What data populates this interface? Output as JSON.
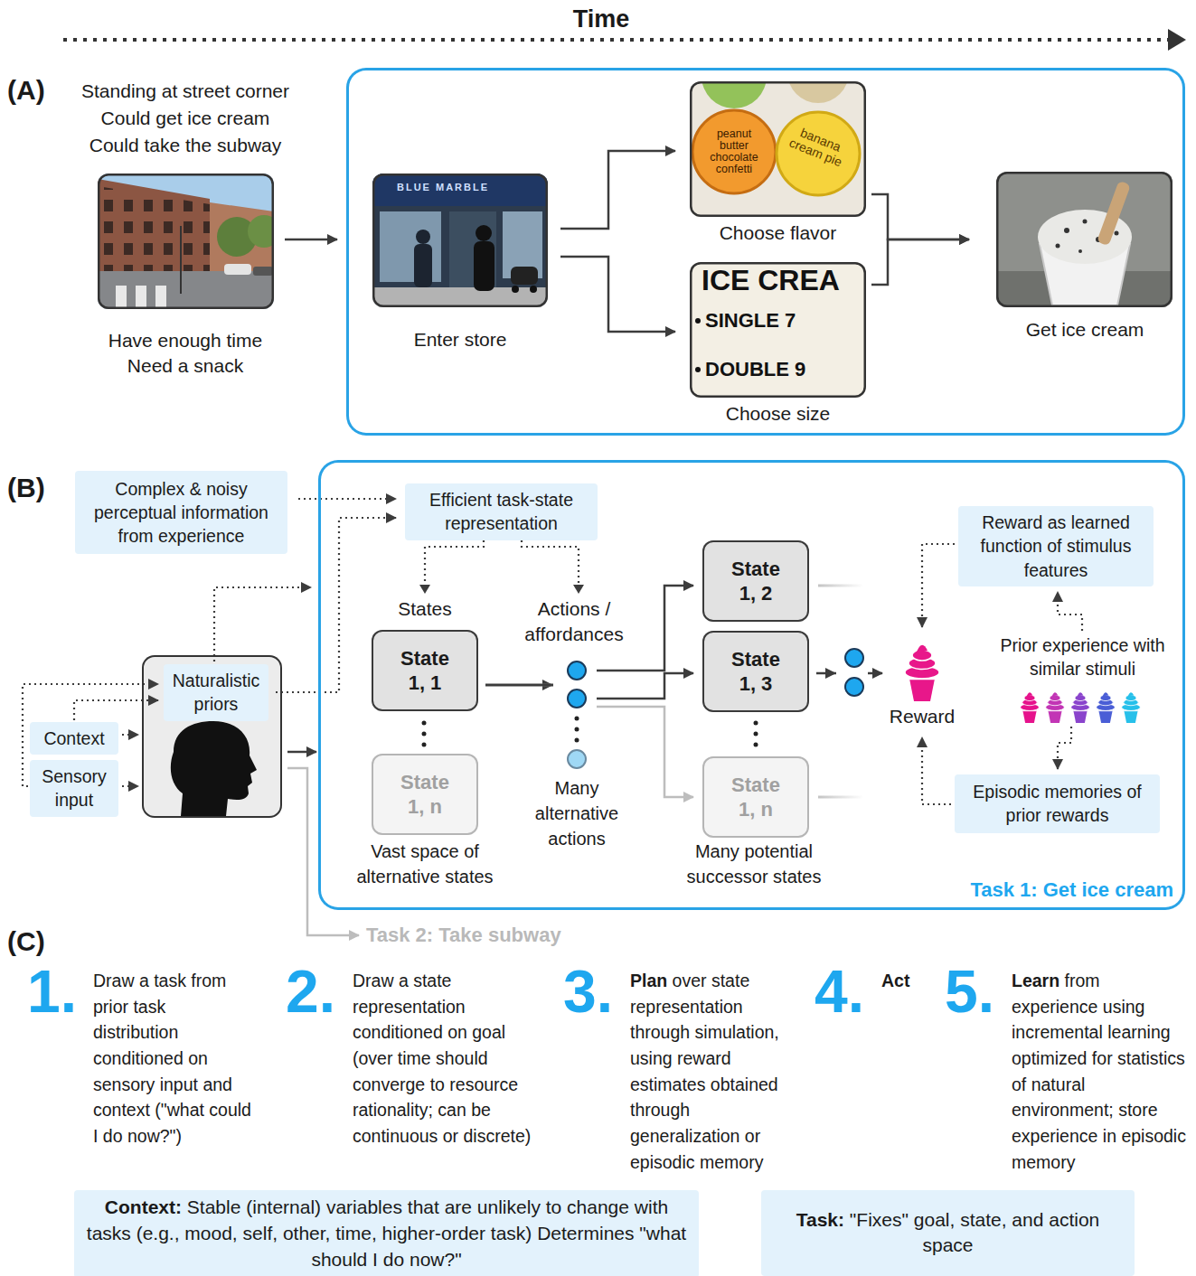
{
  "diagram": {
    "nodes": [
      {
        "text": [
          "Standing at street corner Could get ice cream Could take the subway",
          "Have enough time Need a snack"
        ]
      },
      {
        "text": []
      },
      {
        "text": [
          "BLUE MARBLE",
          "Enter store"
        ],
        "in": 1
      },
      {
        "text": [
          "peanut butter chocolate confetti",
          "banana cream pie",
          "Choose flavor"
        ],
        "in": 1
      },
      {
        "text": [
          "ICE CREA",
          "SINGLE 7",
          "DOUBLE 9",
          "Choose size"
        ],
        "in": 1
      },
      {
        "text": [
          "Get ice cream"
        ],
        "in": 1
      },
      {
        "text": [
          "Complex & noisy perceptual information from experience"
        ]
      },
      {
        "text": [
          "Task 1: Get ice cream"
        ]
      },
      {
        "text": [
          "Efficient task-state representation"
        ],
        "in": 7
      },
      {
        "text": [
          "State 1, 1"
        ],
        "in": 7
      },
      {
        "text": [
          "State 1, n"
        ],
        "in": 7
      },
      {
        "text": [
          "State 1, 2"
        ],
        "in": 7
      },
      {
        "text": [
          "State 1, 3"
        ],
        "in": 7
      },
      {
        "text": [
          "State 1, n"
        ],
        "in": 7
      },
      {
        "text": [
          "Reward"
        ],
        "in": 7
      },
      {
        "text": [
          "Reward as learned function of stimulus features"
        ],
        "in": 7
      },
      {
        "text": [
          "Prior experience with similar stimuli"
        ],
        "in": 7
      },
      {
        "text": [
          "Episodic memories of prior rewards"
        ],
        "in": 7
      },
      {
        "text": []
      },
      {
        "text": [
          "Naturalistic priors"
        ],
        "in": 18
      },
      {
        "text": [
          "Context"
        ]
      },
      {
        "text": [
          "Sensory input"
        ]
      },
      {
        "text": [
          "Task 2: Take subway"
        ]
      },
      {
        "text": [
          "Context: Stable (internal) variables that are unlikely to change with tasks (e.g., mood, self, other, time, higher-order task) Determines \"what should I do now?\""
        ]
      },
      {
        "text": [
          "Task: \"Fixes\" goal, state, and action space"
        ]
      }
    ],
    "edges": [
      {
        "from": 0,
        "to": 1,
        "arrow": "to"
      },
      {
        "from": 2,
        "to": 3,
        "arrow": "to"
      },
      {
        "from": 2,
        "to": 4,
        "arrow": "to"
      },
      {
        "from": 3,
        "to": 5,
        "arrow": "to"
      },
      {
        "from": 4,
        "to": 5,
        "arrow": "to"
      },
      {
        "from": 6,
        "to": 8,
        "arrow": "to"
      },
      {
        "from": 19,
        "to": 8,
        "arrow": "to"
      },
      {
        "from": 19,
        "to": 7,
        "arrow": "to"
      },
      {
        "from": 9,
        "to": 11,
        "arrow": "to"
      },
      {
        "from": 9,
        "to": 12,
        "arrow": "to"
      },
      {
        "from": 9,
        "to": 13,
        "arrow": "to"
      },
      {
        "from": 12,
        "to": 14,
        "arrow": "to"
      },
      {
        "from": 15,
        "to": 14,
        "arrow": "to"
      },
      {
        "from": 17,
        "to": 14,
        "arrow": "to"
      },
      {
        "from": 16,
        "to": 15,
        "arrow": "to"
      },
      {
        "from": 16,
        "to": 17,
        "arrow": "to"
      },
      {
        "from": 20,
        "to": 18,
        "arrow": "to"
      },
      {
        "from": 21,
        "to": 18,
        "arrow": "to"
      },
      {
        "from": 20,
        "to": 19,
        "arrow": "to"
      },
      {
        "from": 21,
        "to": 19,
        "arrow": "to"
      },
      {
        "from": 18,
        "to": 7,
        "arrow": "to"
      },
      {
        "from": 18,
        "to": 22,
        "arrow": "to"
      }
    ],
    "labels": [
      "Time",
      "(A)",
      "(B)",
      "States",
      "Actions / affordances",
      "Many alternative actions",
      "Vast space of alternative states",
      "Many potential successor states",
      "(C)",
      "1.",
      "Draw a task from prior task distribution conditioned on sensory input and context (\"what could I do now?\")",
      "2.",
      "Draw a state representation conditioned on goal (over time should converge to resource rationality; can be continuous or discrete)",
      "3.",
      "Plan over state representation through simulation, using reward estimates obtained through generalization or episodic memory",
      "4.",
      "Act",
      "5.",
      "Learn from experience using incremental learning optimized for statistics of natural environment; store experience in episodic memory"
    ]
  }
}
